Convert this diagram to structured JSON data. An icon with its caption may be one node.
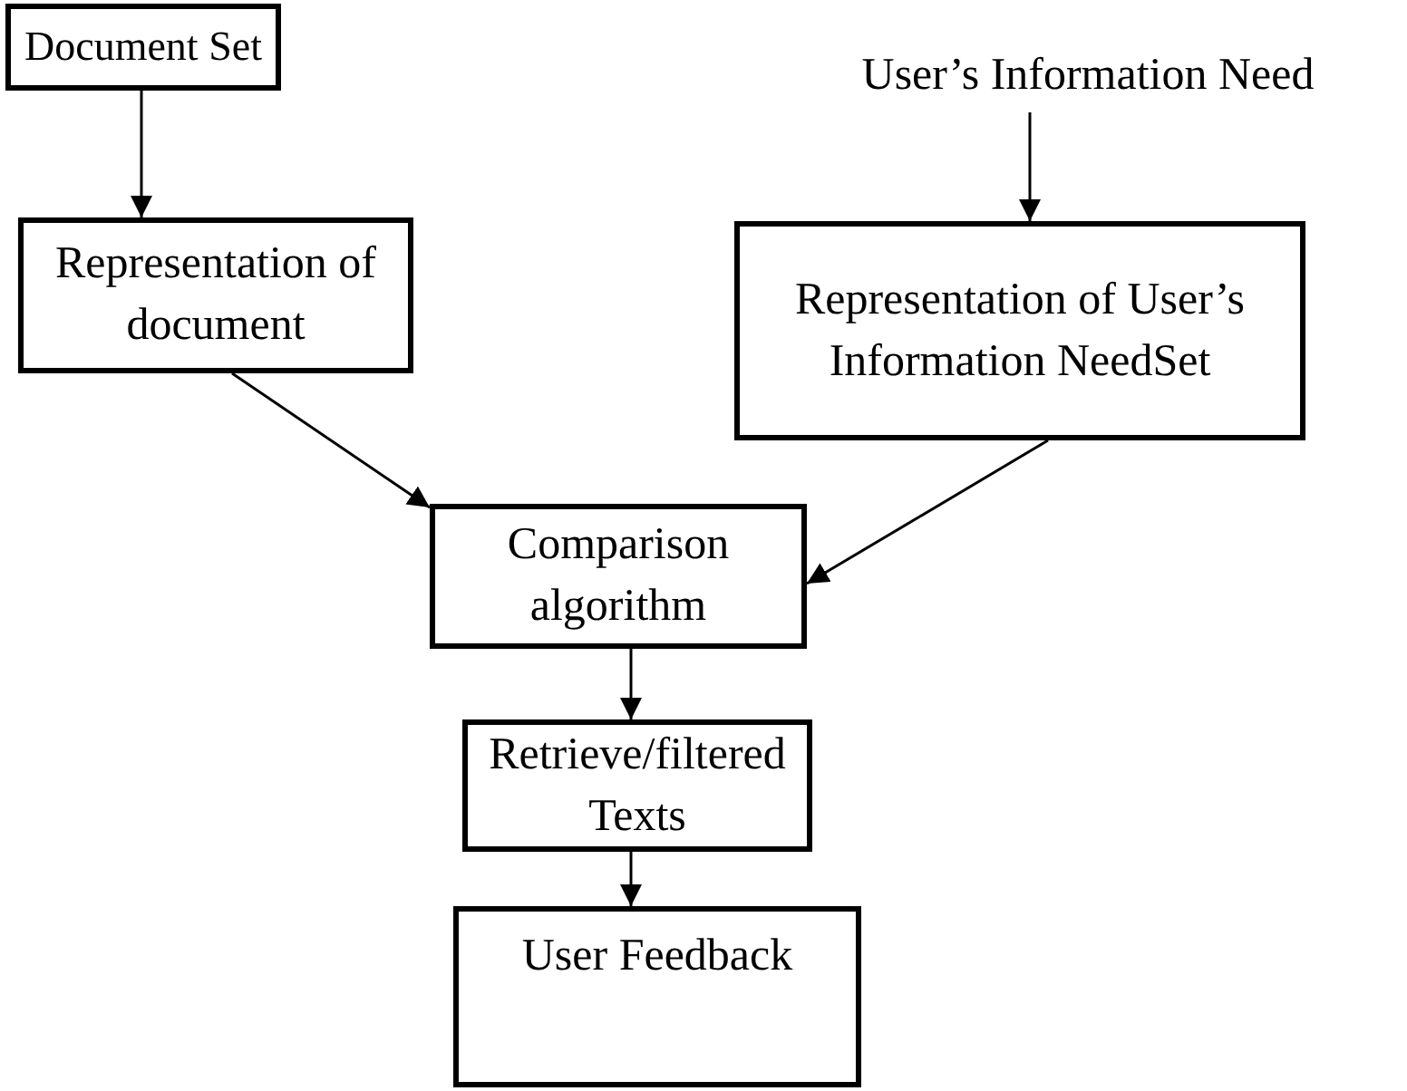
{
  "diagram": {
    "nodes": [
      {
        "text": [
          "Document Set"
        ]
      },
      {
        "text": [
          "User’s Information Need"
        ]
      },
      {
        "text": [
          "Representation of document"
        ]
      },
      {
        "text": [
          "Representation of User’s Information NeedSet"
        ]
      },
      {
        "text": [
          "Comparison algorithm"
        ]
      },
      {
        "text": [
          "Retrieve/filtered Texts"
        ]
      },
      {
        "text": [
          "User Feedback"
        ]
      }
    ],
    "edges": [
      {
        "from": 0,
        "to": 2,
        "arrow": "to"
      },
      {
        "from": 1,
        "to": 3,
        "arrow": "to"
      },
      {
        "from": 2,
        "to": 4,
        "arrow": "to"
      },
      {
        "from": 3,
        "to": 4,
        "arrow": "to"
      },
      {
        "from": 4,
        "to": 5,
        "arrow": "to"
      },
      {
        "from": 5,
        "to": 6,
        "arrow": "to"
      }
    ]
  }
}
